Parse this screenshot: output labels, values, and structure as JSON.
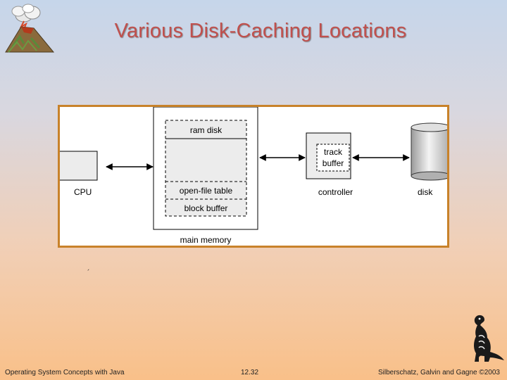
{
  "slide": {
    "title": "Various Disk-Caching Locations",
    "stray_mark": "´"
  },
  "diagram": {
    "cpu_label": "CPU",
    "main_memory_label": "main memory",
    "ram_disk_label": "ram disk",
    "open_file_table_label": "open-file table",
    "block_buffer_label": "block buffer",
    "controller_label": "controller",
    "track_buffer_line1": "track",
    "track_buffer_line2": "buffer",
    "disk_label": "disk"
  },
  "footer": {
    "left": "Operating System Concepts with Java",
    "center": "12.32",
    "right": "Silberschatz, Galvin and Gagne ©2003"
  },
  "colors": {
    "title": "#c0504d",
    "frame": "#c8822a",
    "box_fill": "#ececec"
  }
}
